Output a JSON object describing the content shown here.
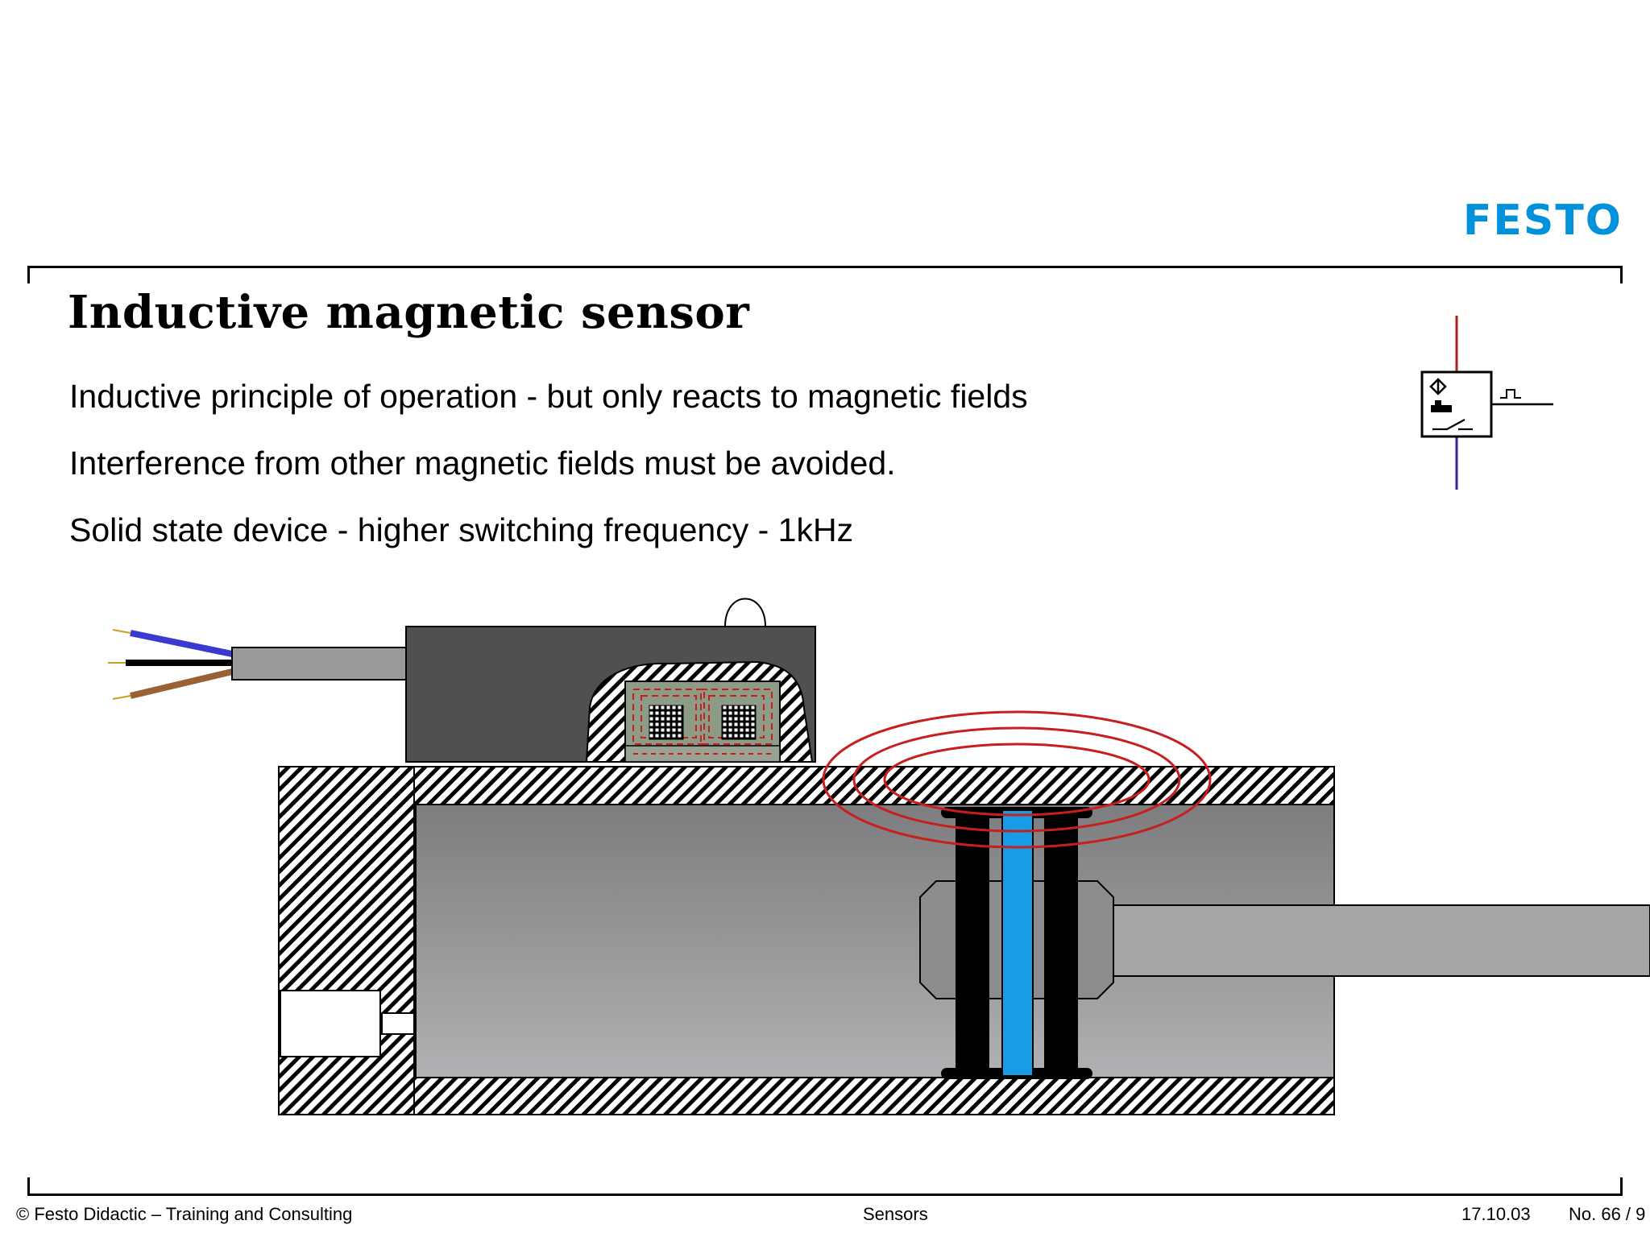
{
  "header": {
    "logo_text": "FESTO",
    "brand_color": "#0091dc"
  },
  "slide": {
    "title": "Inductive magnetic sensor",
    "bullets": [
      "Inductive principle of operation - but only reacts to magnetic fields",
      "Interference from other magnetic fields must be avoided.",
      "Solid state device - higher switching frequency  - 1kHz"
    ]
  },
  "diagram": {
    "symbol_icon": "inductive-magnetic-sensor-symbol",
    "cable_wire_colors": [
      "#3a3ad0",
      "#000000",
      "#9a6134"
    ],
    "piston_magnet_color": "#1a9be6",
    "field_line_color": "#c81e1e",
    "field_line_count": 3
  },
  "footer": {
    "copyright": "© Festo Didactic – Training and Consulting",
    "topic": "Sensors",
    "date": "17.10.03",
    "page": "No. 66 / 9"
  }
}
